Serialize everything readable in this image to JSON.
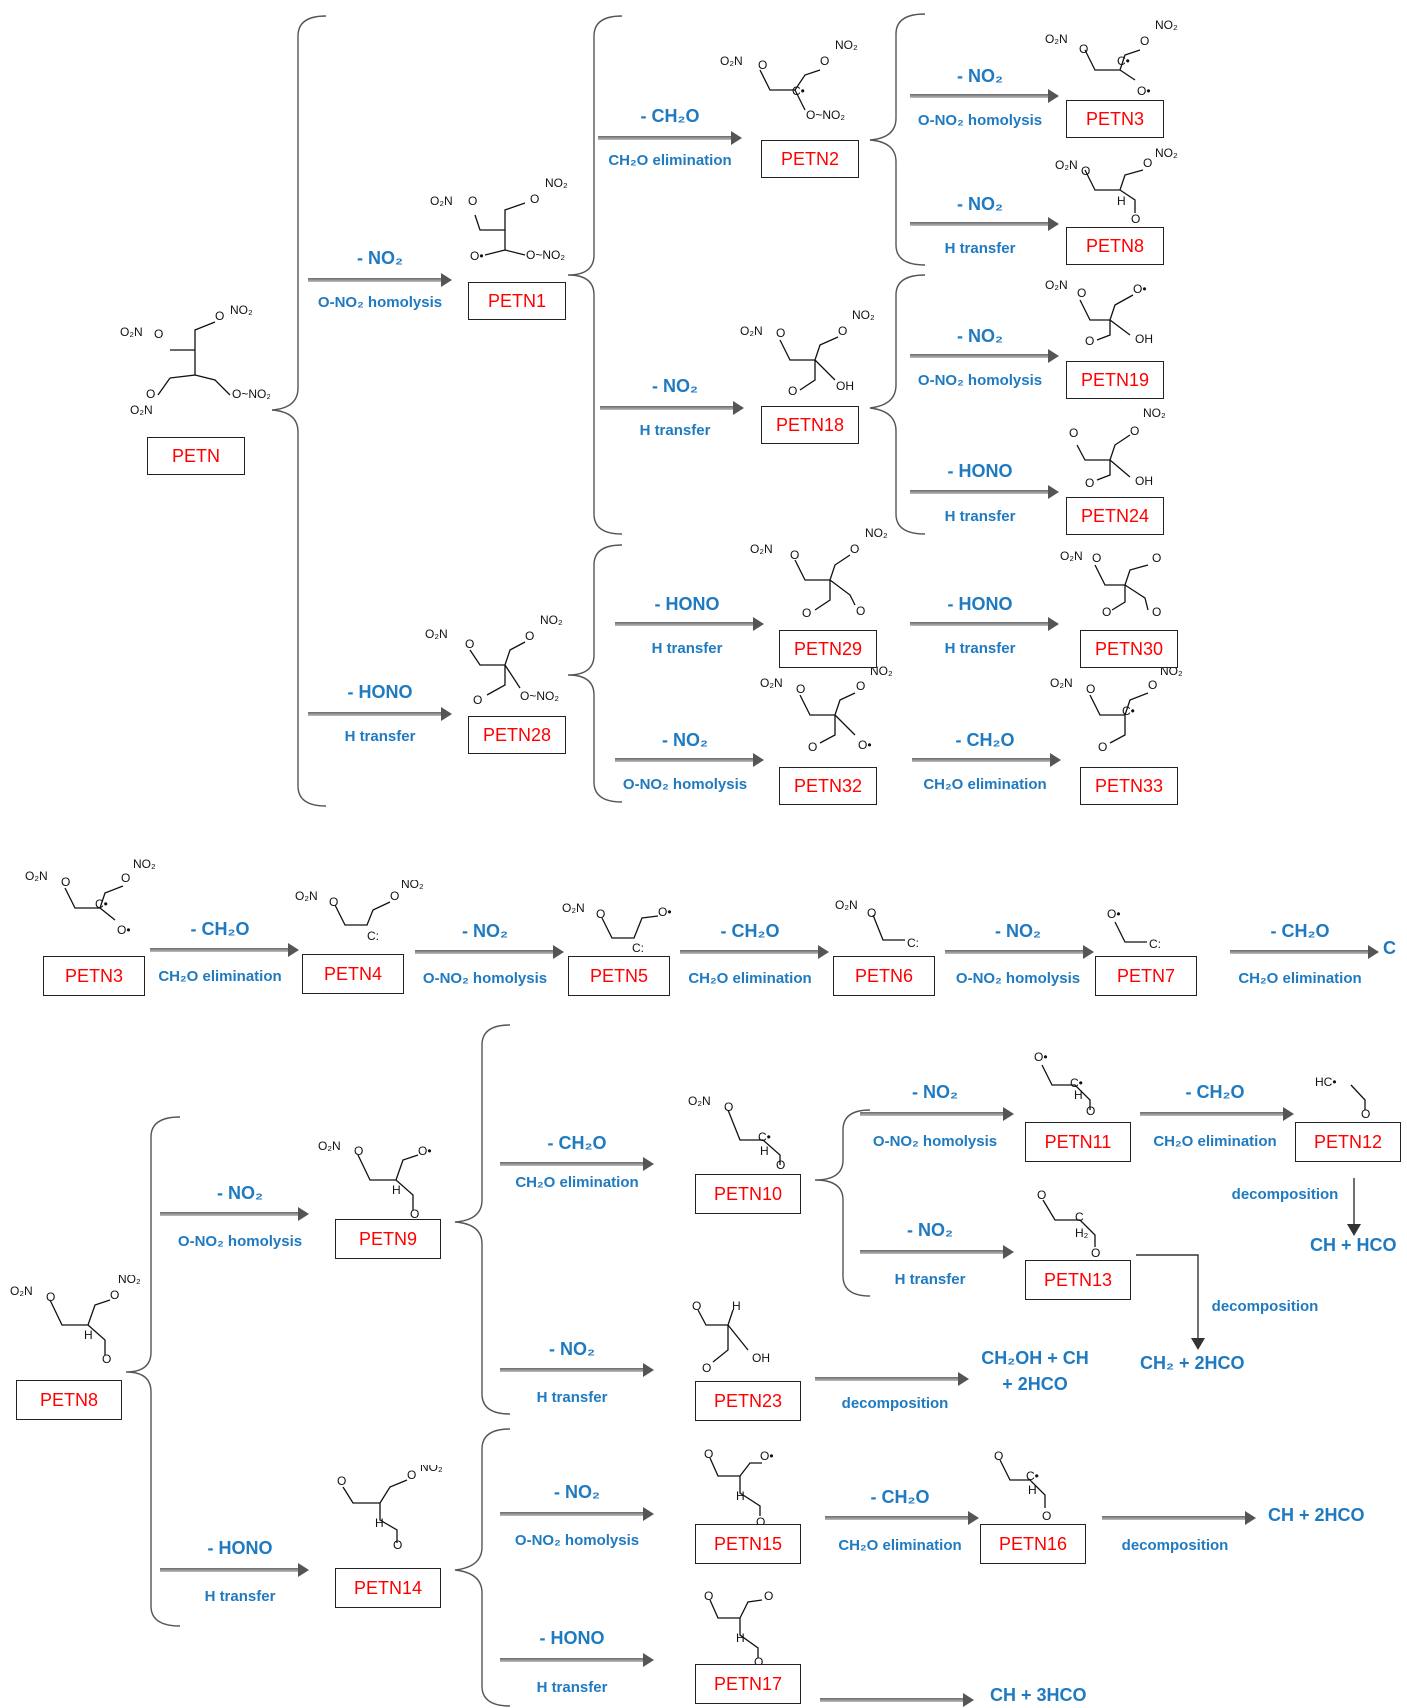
{
  "boxes": [
    {
      "id": "PETN",
      "label": "PETN"
    },
    {
      "id": "PETN1",
      "label": "PETN1"
    },
    {
      "id": "PETN2",
      "label": "PETN2"
    },
    {
      "id": "PETN3",
      "label": "PETN3"
    },
    {
      "id": "PETN8",
      "label": "PETN8"
    },
    {
      "id": "PETN18",
      "label": "PETN18"
    },
    {
      "id": "PETN19",
      "label": "PETN19"
    },
    {
      "id": "PETN24",
      "label": "PETN24"
    },
    {
      "id": "PETN28",
      "label": "PETN28"
    },
    {
      "id": "PETN29",
      "label": "PETN29"
    },
    {
      "id": "PETN30",
      "label": "PETN30"
    },
    {
      "id": "PETN32",
      "label": "PETN32"
    },
    {
      "id": "PETN33",
      "label": "PETN33"
    },
    {
      "id": "PETN3b",
      "label": "PETN3"
    },
    {
      "id": "PETN4",
      "label": "PETN4"
    },
    {
      "id": "PETN5",
      "label": "PETN5"
    },
    {
      "id": "PETN6",
      "label": "PETN6"
    },
    {
      "id": "PETN7",
      "label": "PETN7"
    },
    {
      "id": "PETN9",
      "label": "PETN9"
    },
    {
      "id": "PETN10",
      "label": "PETN10"
    },
    {
      "id": "PETN11",
      "label": "PETN11"
    },
    {
      "id": "PETN12",
      "label": "PETN12"
    },
    {
      "id": "PETN13",
      "label": "PETN13"
    },
    {
      "id": "PETN14",
      "label": "PETN14"
    },
    {
      "id": "PETN15",
      "label": "PETN15"
    },
    {
      "id": "PETN16",
      "label": "PETN16"
    },
    {
      "id": "PETN17",
      "label": "PETN17"
    },
    {
      "id": "PETN23",
      "label": "PETN23"
    },
    {
      "id": "PETN8b",
      "label": "PETN8"
    }
  ],
  "reactions": [
    {
      "top": "- NO₂",
      "bottom": "O-NO₂ homolysis"
    },
    {
      "top": "- HONO",
      "bottom": "H transfer"
    },
    {
      "top": "- CH₂O",
      "bottom": "CH₂O elimination"
    },
    {
      "top": "- NO₂",
      "bottom": "H transfer"
    },
    {
      "top": "- NO₂",
      "bottom": "O-NO₂ homolysis"
    },
    {
      "top": "- NO₂",
      "bottom": "H transfer"
    },
    {
      "top": "- NO₂",
      "bottom": "O-NO₂ homolysis"
    },
    {
      "top": "- HONO",
      "bottom": "H transfer"
    },
    {
      "top": "- HONO",
      "bottom": "H transfer"
    },
    {
      "top": "- HONO",
      "bottom": "H transfer"
    },
    {
      "top": "- NO₂",
      "bottom": "O-NO₂ homolysis"
    },
    {
      "top": "- CH₂O",
      "bottom": "CH₂O elimination"
    },
    {
      "top": "- CH₂O",
      "bottom": "CH₂O elimination"
    },
    {
      "top": "- NO₂",
      "bottom": "O-NO₂ homolysis"
    },
    {
      "top": "- CH₂O",
      "bottom": "CH₂O elimination"
    },
    {
      "top": "- NO₂",
      "bottom": "O-NO₂ homolysis"
    },
    {
      "top": "- CH₂O",
      "bottom": "CH₂O elimination"
    },
    {
      "top": "- NO₂",
      "bottom": "O-NO₂ homolysis"
    },
    {
      "top": "- HONO",
      "bottom": "H transfer"
    },
    {
      "top": "- CH₂O",
      "bottom": "CH₂O elimination"
    },
    {
      "top": "- NO₂",
      "bottom": "H transfer"
    },
    {
      "top": "- NO₂",
      "bottom": "O-NO₂ homolysis"
    },
    {
      "top": "- HONO",
      "bottom": "H transfer"
    },
    {
      "top": "- NO₂",
      "bottom": "O-NO₂ homolysis"
    },
    {
      "top": "- NO₂",
      "bottom": "H transfer"
    },
    {
      "top": "- CH₂O",
      "bottom": "CH₂O elimination"
    },
    {
      "top": "- CH₂O",
      "bottom": "CH₂O elimination"
    }
  ],
  "decomp_label": "decomposition",
  "products": {
    "c": "C",
    "p12": "CH + HCO",
    "p13": "CH₂ + 2HCO",
    "p23_line1": "CH₂OH + CH",
    "p23_line2": "+ 2HCO",
    "p16": "CH + 2HCO",
    "p17": "CH + 3HCO"
  }
}
